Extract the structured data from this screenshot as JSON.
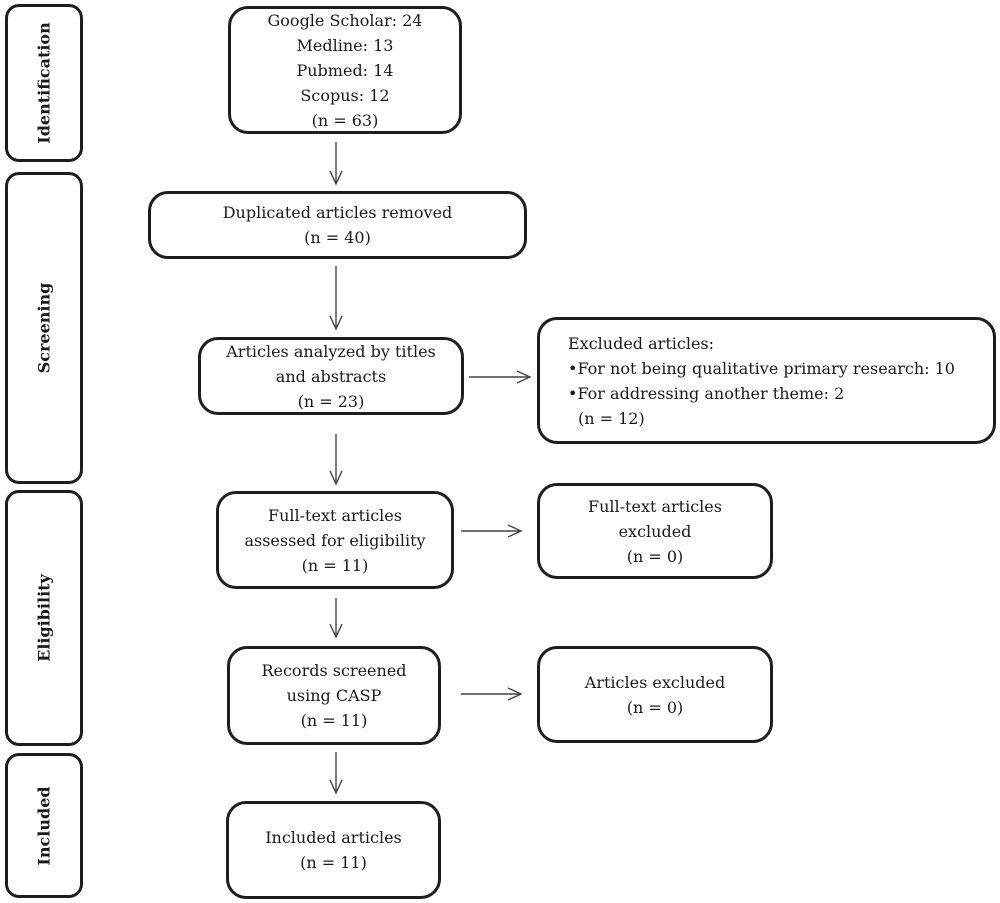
{
  "stages": {
    "identification": "Identification",
    "screening": "Screening",
    "eligibility": "Eligibility",
    "included": "Included"
  },
  "identification_box": {
    "lines": [
      "Google Scholar: 24",
      "Medline: 13",
      "Pubmed: 14",
      "Scopus: 12",
      "(n = 63)"
    ]
  },
  "duplicates_box": {
    "lines": [
      "Duplicated articles removed",
      "(n = 40)"
    ]
  },
  "titles_box": {
    "lines": [
      "Articles analyzed by titles",
      "and abstracts",
      "(n = 23)"
    ]
  },
  "excluded_articles_box": {
    "heading": "Excluded articles:",
    "bullets": [
      "•For not being qualitative primary research: 10",
      "•For addressing another theme: 2"
    ],
    "count": "(n = 12)"
  },
  "fulltext_box": {
    "lines": [
      "Full-text articles",
      "assessed for eligibility",
      "(n = 11)"
    ]
  },
  "fulltext_excluded_box": {
    "lines": [
      "Full-text articles",
      "excluded",
      "(n = 0)"
    ]
  },
  "casp_box": {
    "lines": [
      "Records screened",
      "using CASP",
      "(n = 11)"
    ]
  },
  "casp_excluded_box": {
    "lines": [
      "Articles excluded",
      "(n = 0)"
    ]
  },
  "included_box": {
    "lines": [
      "Included articles",
      "(n = 11)"
    ]
  }
}
